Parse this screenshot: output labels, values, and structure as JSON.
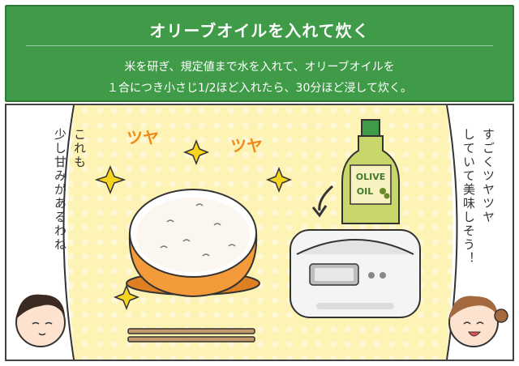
{
  "header": {
    "title": "オリーブオイルを入れて炊く",
    "description_line1": "米を研ぎ、規定値まで水を入れて、オリーブオイルを",
    "description_line2": "１合につき小さじ1/2ほど入れたら、30分ほど浸して炊く。"
  },
  "panel": {
    "left_speech_line1": "これも",
    "left_speech_line2": "少し甘みがあるわね",
    "right_speech_line1": "すごくツヤツヤ",
    "right_speech_line2": "していて美味しそう！",
    "shine_left": "ツヤ",
    "shine_right": "ツヤ",
    "bottle_label_line1": "OLIVE",
    "bottle_label_line2": "OIL"
  },
  "colors": {
    "header_green": "#3f9b47",
    "panel_bg": "#fdf3b5",
    "shine_orange": "#f08a1c",
    "bowl_orange": "#f39a3a",
    "bottle_green": "#c9d66a"
  },
  "icons": [
    "sparkle-icon",
    "arrow-icon",
    "olive-oil-bottle-icon",
    "rice-cooker-icon",
    "rice-bowl-icon",
    "chopsticks-icon"
  ]
}
